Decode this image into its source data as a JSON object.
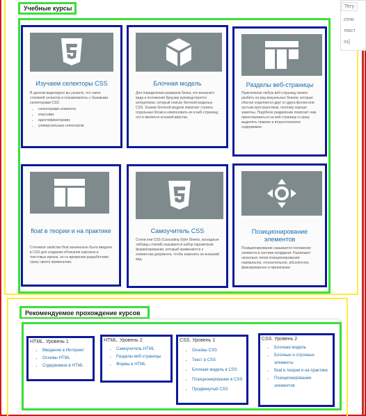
{
  "sidebar_widget": {
    "items": [
      "Тегу",
      "отно",
      "текст",
      "ss]"
    ]
  },
  "courses_section": {
    "title": "Учебные курсы"
  },
  "courses": [
    {
      "icon": "css3-icon",
      "title": "Изучаем селекторы CSS",
      "description": "В данном видеокурсе вы узнаете, что такое стилевой селектор и познакомитесь с базовыми селекторами CSS:",
      "items": [
        "селекторами элемента;",
        "классами;",
        "идентификаторами;",
        "универсальным селектором."
      ]
    },
    {
      "icon": "cube-icon",
      "title": "Блочная модель",
      "description": "Для определения размеров блока, его внешнего вида и положения браузер руководствуется алгоритмом, который описан блочной моделью CSS. Знание блочной модели помогает строить отдельные блоки и компоновать их в веб-страницу, что и является основой вёрстки."
    },
    {
      "icon": "layout-columns-icon",
      "title": "Разделы веб-страницы",
      "description": "Практически любую веб-страницу можно разбить на ряд визуальных блоков, которые обычно отделяются друг от друга фоном или пустым пространством, поэтому хорошо заметны. Подобное разделение помогает нам ориентироваться на веб-странице и сразу выделять главное и второстепенное содержимое."
    },
    {
      "icon": "float-layout-icon",
      "title": "float в теории и на практике",
      "description": "Стилевое свойство float изначально было введено в CSS для создания обтекания картинок и текстовых врезок, но со временем разработчики сразу своего применения."
    },
    {
      "icon": "css3-icon",
      "title": "Самоучитель CSS",
      "description": "Стили или CSS (Cascading Style Sheets, каскадные таблицы стилей) называется набор параметров форматирования, который применяется к элементам документа, чтобы изменить их внешний вид."
    },
    {
      "icon": "move-arrows-icon",
      "title": "Позиционирование элементов",
      "description": "Позиционирование называется положение элемента в системе координат. Различают несколько типов позиционирования: нормальное, относительное, абсолютное, фиксированное и прилипание."
    }
  ],
  "paths_section": {
    "title": "Рекомендуемое прохождение курсов"
  },
  "paths": [
    {
      "heading": "HTML. Уровень 1",
      "items": [
        "Введение в Интернет",
        "Основы HTML",
        "Содержимое в HTML"
      ]
    },
    {
      "heading": "HTML. Уровень 2",
      "items": [
        "Самоучитель HTML",
        "Разделы веб-страницы",
        "Формы в HTML"
      ]
    },
    {
      "heading": "CSS. Уровень 1",
      "items": [
        "Основы CSS",
        "Текст в CSS",
        "Блочная модель в CSS",
        "Позиционирование в CSS",
        "Продвинутый CSS"
      ]
    },
    {
      "heading": "CSS. Уровень 2",
      "items": [
        "Блочная модель",
        "Блочные и строчные элементы",
        "float в теории и на практике",
        "Позиционирование элементов"
      ]
    }
  ],
  "colors": {
    "red_outline": "#d11a1a",
    "yellow_outline": "#ffeb3b",
    "green_outline": "#38e038",
    "navy_outline": "#0a1a9a",
    "thumb_bg": "#7f8a8c",
    "link": "#1f6ea8"
  }
}
